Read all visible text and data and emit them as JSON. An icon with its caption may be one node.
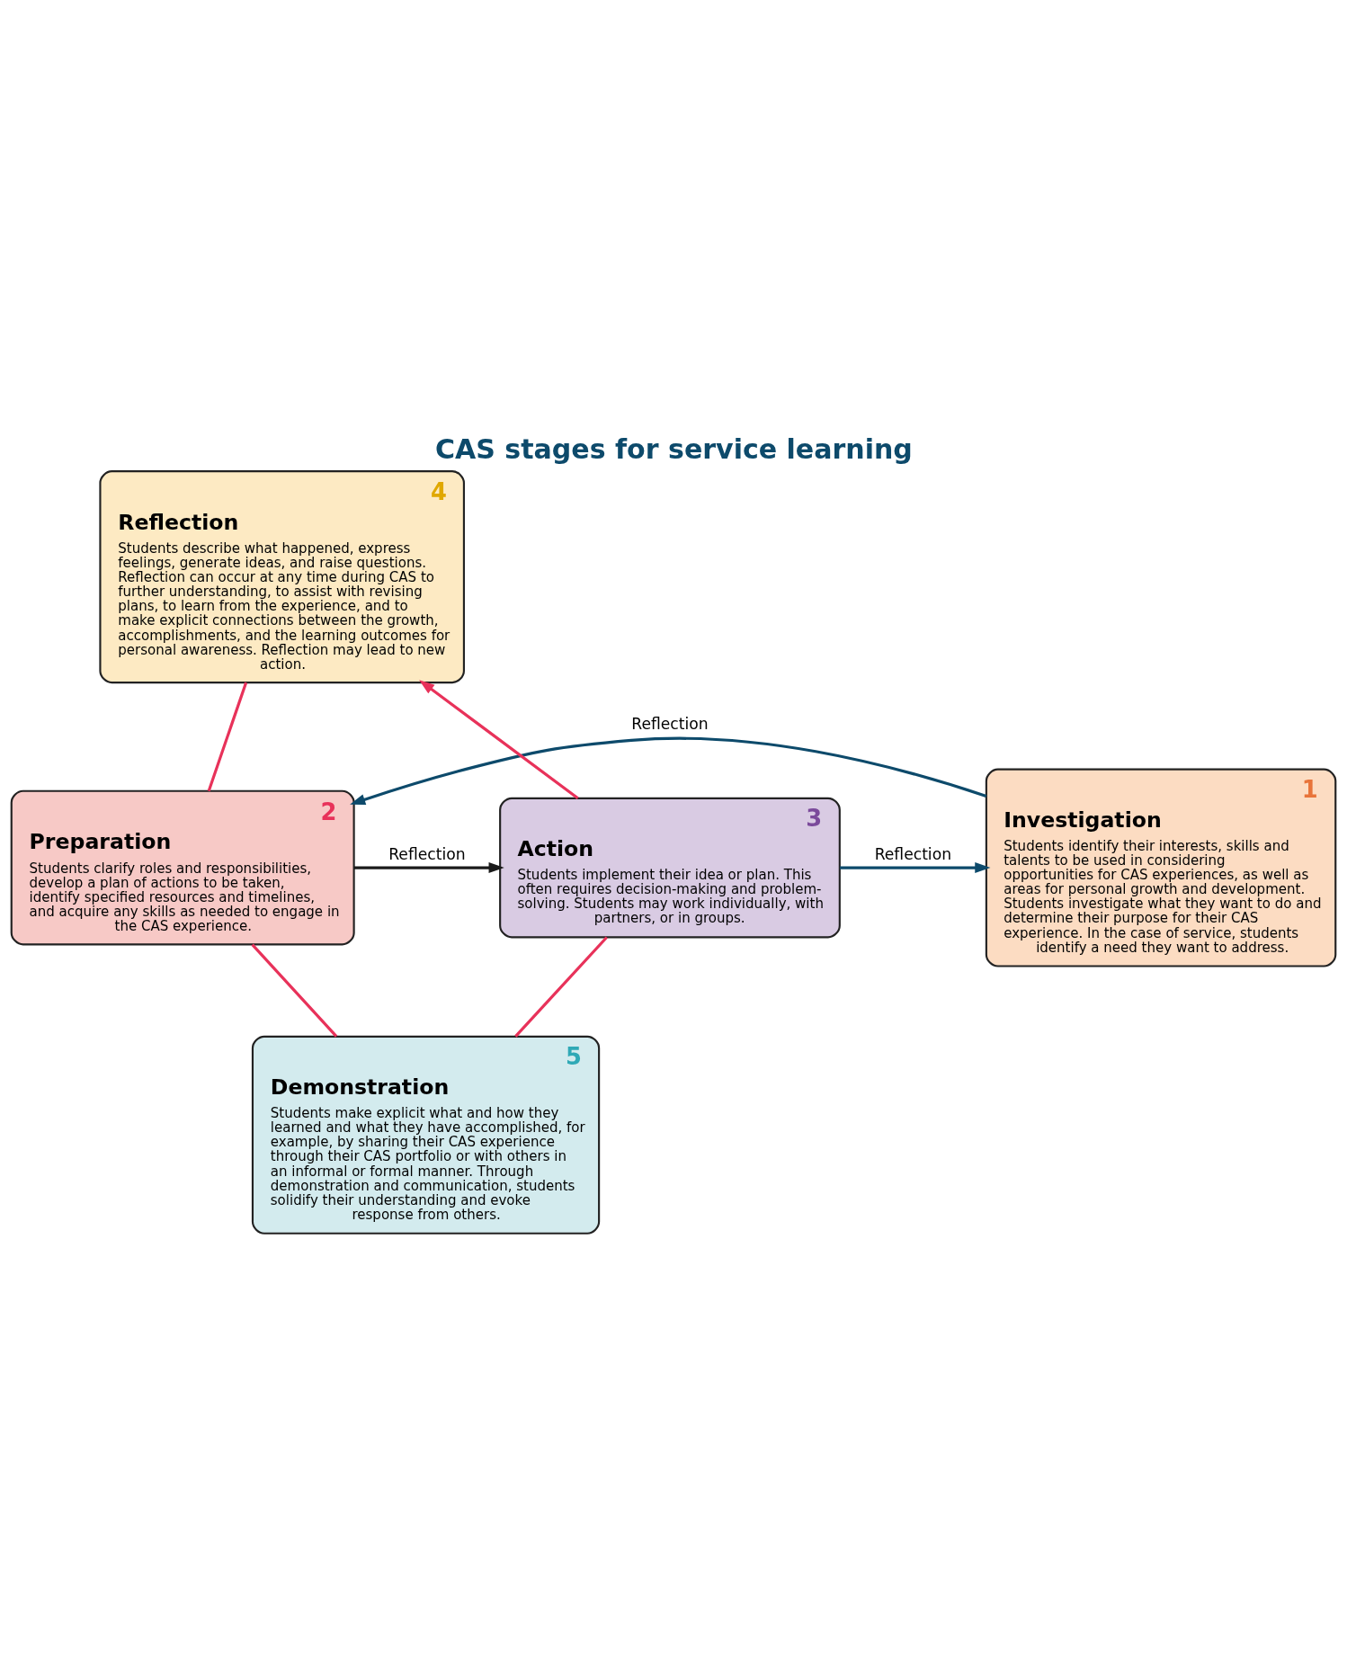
{
  "diagram": {
    "title": "CAS stages for service learning",
    "nodes": [
      {
        "text": [
          "4",
          "Reflection",
          "Students describe what happened, express feelings, generate ideas, and raise questions. Reflection can occur at any time during CAS to further understanding, to assist with revising plans, to learn from the experience, and to make explicit connections between the growth, accomplishments, and the learning outcomes for personal awareness. Reflection may lead to new action."
        ]
      },
      {
        "text": [
          "1",
          "Investigation",
          "Students identify their interests, skills and talents to be used in considering opportunities for CAS experiences, as well as areas for personal growth and development. Students investigate what they want to do and determine their purpose for their CAS experience. In the case of service, students identify a need they want to address."
        ]
      },
      {
        "text": [
          "3",
          "Action",
          "Students implement their idea or plan. This often requires decision-making and problem-solving. Students may work individually, with partners, or in groups."
        ]
      },
      {
        "text": [
          "2",
          "Preparation",
          "Students clarify roles and responsibilities, develop a plan of actions to be taken, identify specified resources and timelines, and acquire any skills as needed to engage in the CAS experience."
        ]
      },
      {
        "text": [
          "5",
          "Demonstration",
          "Students make explicit what and how they learned and what they have accomplished, for example, by sharing their CAS experience through their CAS portfolio or with others in an informal or formal manner. Through demonstration and communication, students solidify their understanding and evoke response from others."
        ]
      }
    ],
    "edges": [
      {
        "from": 2,
        "to": 0,
        "arrow": "to"
      },
      {
        "from": 0,
        "to": 3,
        "arrow": "none"
      },
      {
        "from": 3,
        "to": 4,
        "arrow": "none"
      },
      {
        "from": 4,
        "to": 2,
        "arrow": "none"
      },
      {
        "from": 2,
        "to": 1,
        "arrow": "to",
        "label": "Reflection",
        "color": "#0d4a6b"
      },
      {
        "from": 1,
        "to": 3,
        "arrow": "to",
        "label": "Reflection",
        "color": "#0d4a6b"
      },
      {
        "from": 3,
        "to": 2,
        "arrow": "to",
        "label": "Reflection",
        "color": "#1a1a1a"
      }
    ]
  }
}
